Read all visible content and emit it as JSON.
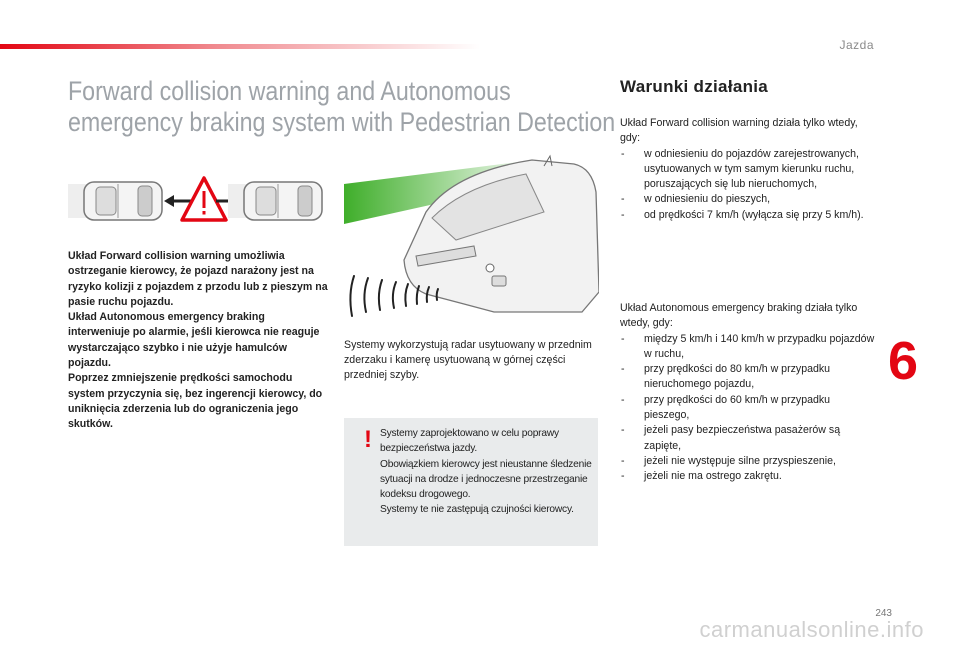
{
  "header": {
    "section": "Jazda"
  },
  "title": {
    "line1": "Forward collision warning and Autonomous",
    "line2": "emergency braking system with Pedestrian Detection"
  },
  "intro": {
    "p1": "Układ Forward collision warning umożliwia ostrzeganie kierowcy, że pojazd narażony jest na ryzyko kolizji z pojazdem z przodu lub z pieszym na pasie ruchu pojazdu.",
    "p2": "Układ Autonomous emergency braking interweniuje po alarmie, jeśli kierowca nie reaguje wystarczająco szybko i nie użyje hamulców pojazdu.",
    "p3": "Poprzez zmniejszenie prędkości samochodu system przyczynia się, bez ingerencji kierowcy, do uniknięcia zderzenia lub do ograniczenia jego skutków."
  },
  "caption": {
    "text": "Systemy wykorzystują radar usytuowany w przednim zderzaku i kamerę usytuowaną w górnej części przedniej szyby."
  },
  "warning": {
    "mark": "!",
    "p1": "Systemy zaprojektowano w celu poprawy bezpieczeństwa jazdy.",
    "p2": "Obowiązkiem kierowcy jest nieustanne śledzenie sytuacji na drodze i jednoczesne przestrzeganie kodeksu drogowego.",
    "p3": "Systemy te nie zastępują czujności kierowcy."
  },
  "conditions": {
    "heading": "Warunki działania",
    "fcw_intro": "Układ Forward collision warning działa tylko wtedy, gdy:",
    "fcw_items": [
      "w odniesieniu do pojazdów zarejestrowanych, usytuowanych w tym samym kierunku ruchu, poruszających się lub nieruchomych,",
      "w odniesieniu do pieszych,",
      "od prędkości 7 km/h (wyłącza się przy 5 km/h)."
    ],
    "aeb_intro": "Układ Autonomous emergency braking działa tylko wtedy, gdy:",
    "aeb_items": [
      "między 5 km/h i 140 km/h w przypadku pojazdów w ruchu,",
      "przy prędkości do 80 km/h w przypadku nieruchomego pojazdu,",
      "przy prędkości do 60 km/h w przypadku pieszego,",
      "jeżeli pasy bezpieczeństwa pasażerów są zapięte,",
      "jeżeli nie występuje silne przyspieszenie,",
      "jeżeli nie ma ostrego zakrętu."
    ]
  },
  "chapter": "6",
  "page_number": "243",
  "watermark": "carmanualsonline.info",
  "icons": {
    "collision": "warning-triangle-icon",
    "car_top": "car-top-view-icon",
    "radar": "radar-waves-icon"
  },
  "colors": {
    "accent": "#e30613",
    "title": "#9ea3a8",
    "box": "#e9ebec",
    "beam": "#3fae2a"
  }
}
